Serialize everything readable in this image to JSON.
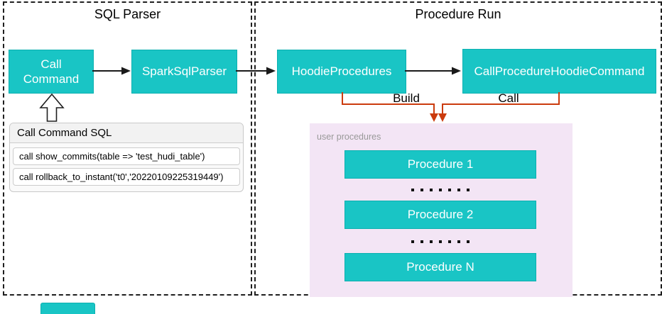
{
  "sections": {
    "sql_parser": {
      "title": "SQL Parser"
    },
    "procedure_run": {
      "title": "Procedure Run"
    }
  },
  "nodes": {
    "call_command": {
      "label": "Call Command"
    },
    "spark_sql_parser": {
      "label": "SparkSqlParser"
    },
    "hoodie_procedures": {
      "label": "HoodieProcedures"
    },
    "call_procedure_hoodie_command": {
      "label": "CallProcedureHoodieCommand"
    }
  },
  "edges": {
    "build": {
      "label": "Build"
    },
    "call": {
      "label": "Call"
    }
  },
  "sql_panel": {
    "title": "Call Command SQL",
    "rows": [
      "call show_commits(table => 'test_hudi_table')",
      "call rollback_to_instant('t0','20220109225319449')"
    ]
  },
  "user_procedures": {
    "label": "user procedures",
    "items": [
      "Procedure 1",
      "Procedure 2",
      "Procedure N"
    ]
  },
  "colors": {
    "node_fill": "#19C5C5",
    "node_border": "#0CB0B0",
    "edge_black": "#1A1A1A",
    "edge_orange": "#CB3B0E",
    "procedures_bg": "#F3E5F5",
    "muted_label": "#999999"
  }
}
